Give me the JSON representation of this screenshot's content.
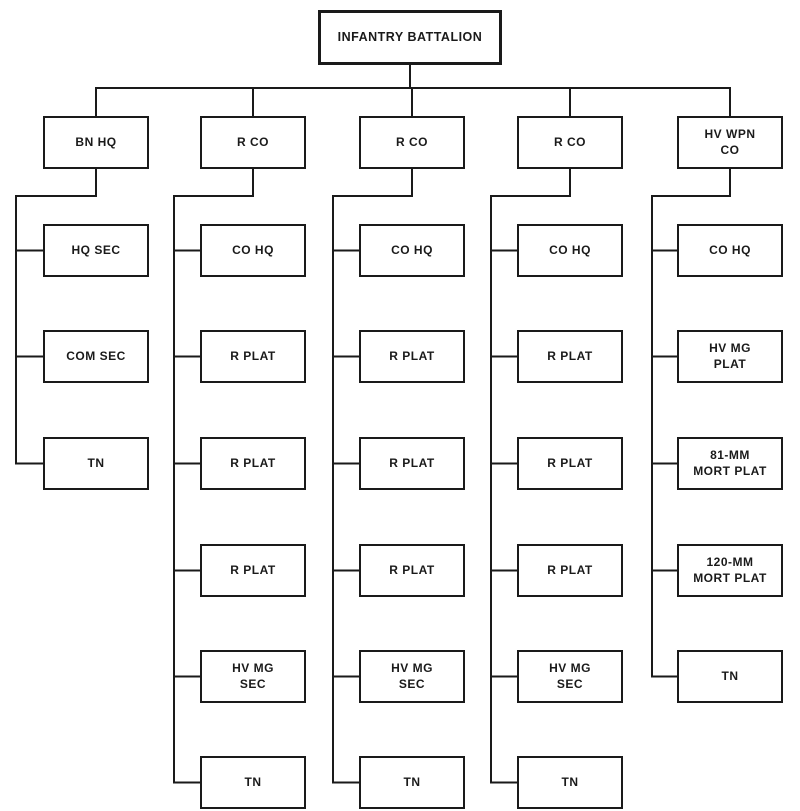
{
  "root": "INFANTRY BATTALION",
  "columns": [
    {
      "head": [
        "BN HQ"
      ],
      "items": [
        [
          "HQ SEC"
        ],
        [
          "COM SEC"
        ],
        [
          "TN"
        ]
      ]
    },
    {
      "head": [
        "R CO"
      ],
      "items": [
        [
          "CO HQ"
        ],
        [
          "R PLAT"
        ],
        [
          "R PLAT"
        ],
        [
          "R PLAT"
        ],
        [
          "HV MG",
          "SEC"
        ],
        [
          "TN"
        ]
      ]
    },
    {
      "head": [
        "R CO"
      ],
      "items": [
        [
          "CO HQ"
        ],
        [
          "R PLAT"
        ],
        [
          "R PLAT"
        ],
        [
          "R PLAT"
        ],
        [
          "HV MG",
          "SEC"
        ],
        [
          "TN"
        ]
      ]
    },
    {
      "head": [
        "R CO"
      ],
      "items": [
        [
          "CO HQ"
        ],
        [
          "R PLAT"
        ],
        [
          "R PLAT"
        ],
        [
          "R PLAT"
        ],
        [
          "HV MG",
          "SEC"
        ],
        [
          "TN"
        ]
      ]
    },
    {
      "head": [
        "HV WPN",
        "CO"
      ],
      "items": [
        [
          "CO HQ"
        ],
        [
          "HV MG",
          "PLAT"
        ],
        [
          "81-MM",
          "MORT PLAT"
        ],
        [
          "120-MM",
          "MORT PLAT"
        ],
        [
          "TN"
        ]
      ]
    }
  ]
}
